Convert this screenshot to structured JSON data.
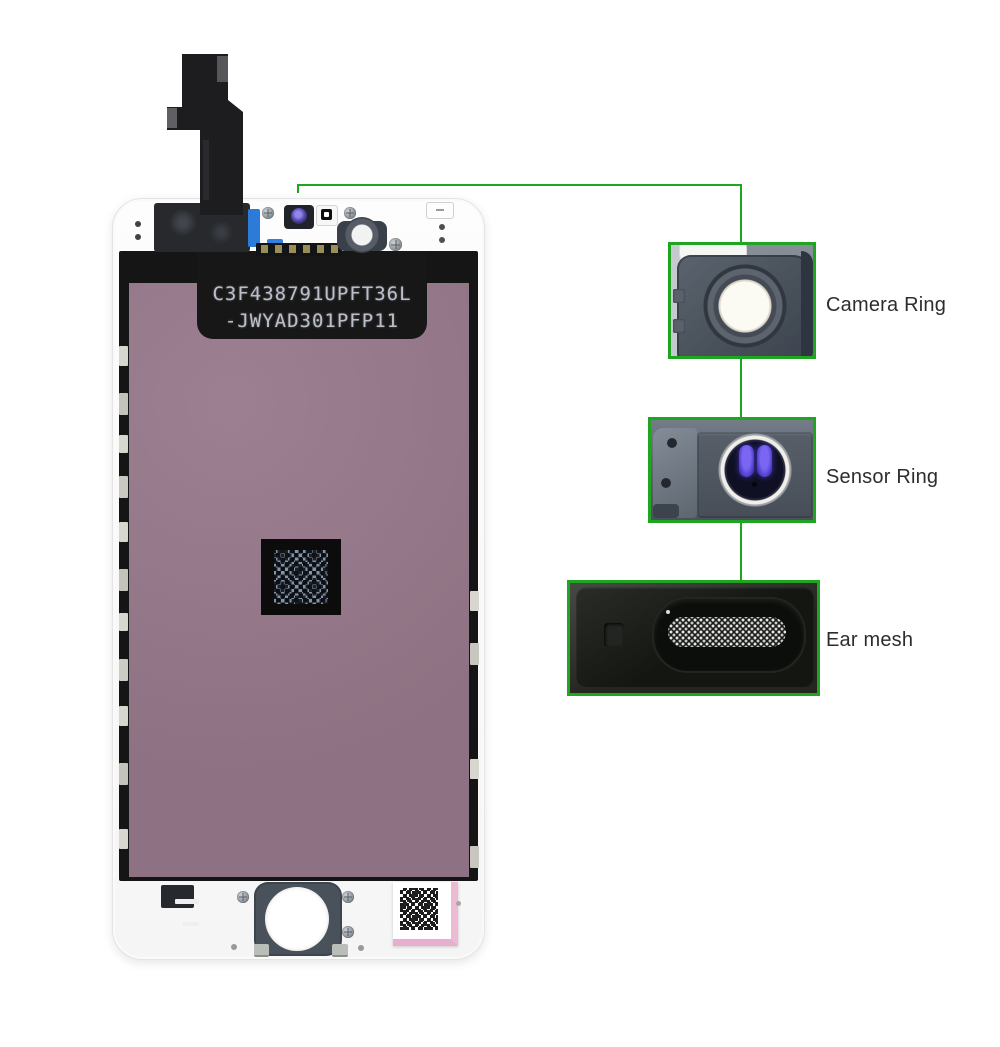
{
  "colors": {
    "accent_green": "#1fa51f",
    "panel_purple": "#97798b",
    "background": "#ffffff"
  },
  "phone": {
    "serial_line1": "C3F438791UPFT36L",
    "serial_line2": "-JWYAD301PFP11"
  },
  "callouts": [
    {
      "label": "Camera Ring"
    },
    {
      "label": "Sensor Ring"
    },
    {
      "label": "Ear mesh"
    }
  ]
}
